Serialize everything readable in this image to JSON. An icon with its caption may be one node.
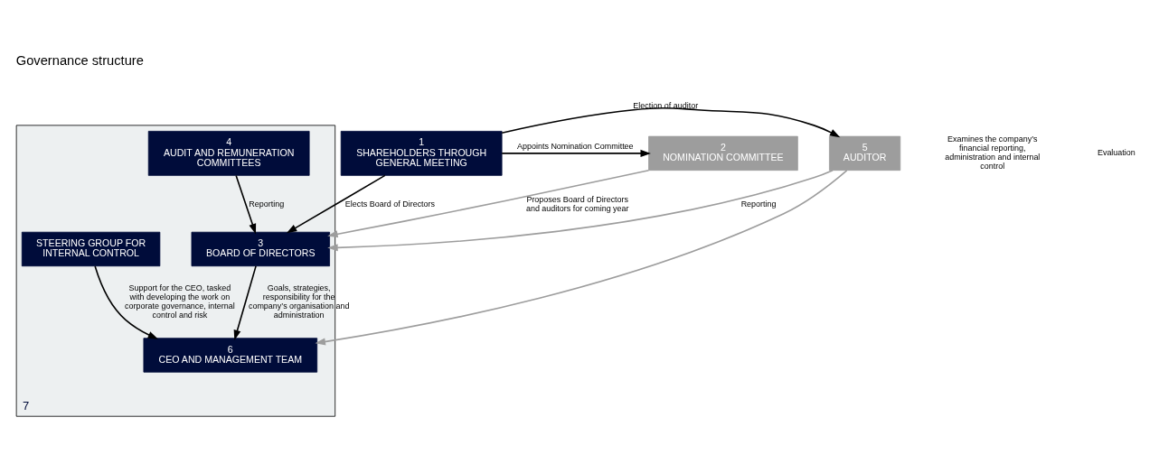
{
  "diagram": {
    "title": "Governance structure",
    "nodes": [
      {
        "text": [
          "5",
          "AUDITOR"
        ]
      },
      {
        "text": [
          "1",
          "SHAREHOLDERS THROUGH GENERAL MEETING"
        ]
      },
      {
        "text": [
          "2",
          "NOMINATION COMMITTEE"
        ]
      },
      {
        "text": [
          "7"
        ]
      },
      {
        "text": [
          "3",
          "BOARD OF DIRECTORS"
        ],
        "in": 3
      },
      {
        "text": [
          "4",
          "AUDIT AND REMUNERATION COMMITTEES"
        ],
        "in": 3
      },
      {
        "text": [
          "6",
          "CEO AND MANAGEMENT TEAM"
        ],
        "in": 3
      },
      {
        "text": [
          "STEERING GROUP FOR INTERNAL CONTROL"
        ],
        "in": 3
      }
    ],
    "edges": [
      {
        "from": 1,
        "to": 0,
        "arrow": "to",
        "label": "Election of auditor"
      },
      {
        "from": 1,
        "to": 2,
        "arrow": "to",
        "label": "Appoints Nomination Committee"
      },
      {
        "from": 1,
        "to": 4,
        "arrow": "to",
        "label": "Elects Board of Directors"
      },
      {
        "from": 2,
        "to": 4,
        "arrow": "to",
        "color": "#9d9d9d",
        "label": "Proposes Board of Directors and auditors for coming year"
      },
      {
        "from": 0,
        "to": 4,
        "arrow": "to",
        "color": "#9d9d9d",
        "label": "Reporting"
      },
      {
        "from": 0,
        "to": 6,
        "arrow": "to",
        "color": "#9d9d9d"
      },
      {
        "from": 5,
        "to": 4,
        "arrow": "to",
        "label": "Reporting"
      },
      {
        "from": 4,
        "to": 6,
        "arrow": "to",
        "label": "Goals, strategies, responsibility for the company’s organisation and administration"
      },
      {
        "from": 7,
        "to": 6,
        "arrow": "to",
        "label": "Support for the CEO, tasked with developing the work on corporate governance, internal control and risk"
      }
    ],
    "labels": [
      "Examines the company’s financial reporting, administration and internal control",
      "Evaluation"
    ]
  }
}
